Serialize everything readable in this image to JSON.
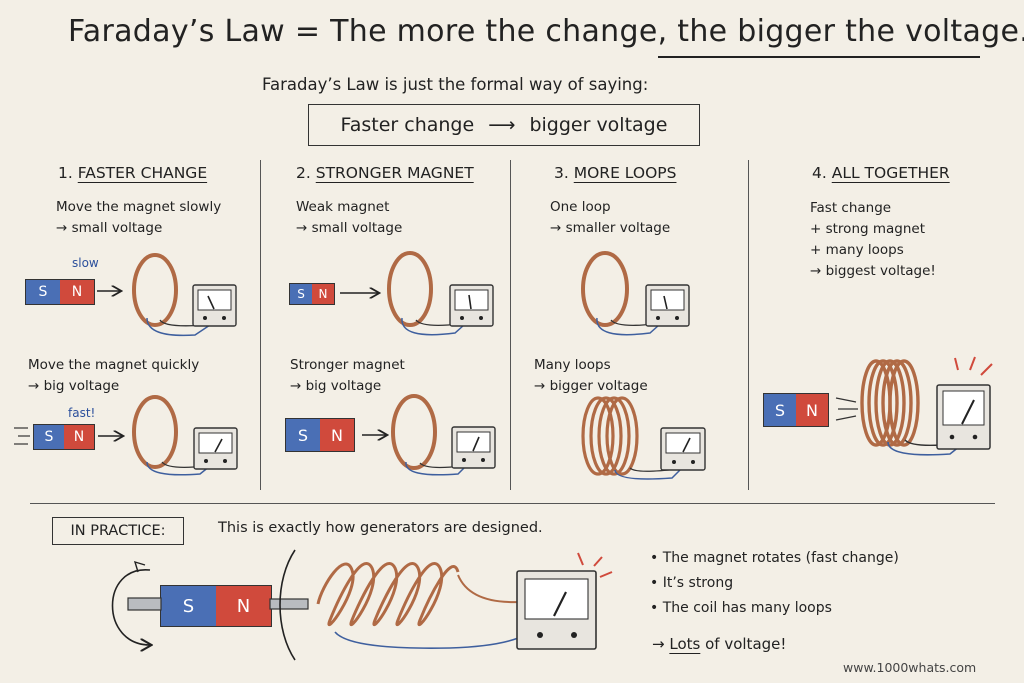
{
  "title": "Faraday’s Law = The more the change, the bigger the voltage.",
  "subtitle": "Faraday’s Law is just the formal way of saying:",
  "summary": {
    "left": "Faster change",
    "arrow": "⟶",
    "right": "bigger voltage"
  },
  "sections": [
    {
      "num": "1.",
      "title": "FASTER CHANGE",
      "top_lines": [
        "Move the magnet slowly",
        "→ small voltage"
      ],
      "top_speed": "slow",
      "bottom_lines": [
        "Move the magnet quickly",
        "→ big voltage"
      ],
      "bottom_speed": "fast!"
    },
    {
      "num": "2.",
      "title": "STRONGER MAGNET",
      "top_lines": [
        "Weak magnet",
        "→ small voltage"
      ],
      "bottom_lines": [
        "Stronger magnet",
        "→ big voltage"
      ]
    },
    {
      "num": "3.",
      "title": "MORE LOOPS",
      "top_lines": [
        "One loop",
        "→ smaller voltage"
      ],
      "bottom_lines": [
        "Many loops",
        "→ bigger voltage"
      ]
    },
    {
      "num": "4.",
      "title": "ALL TOGETHER",
      "lines": [
        "Fast change",
        "+ strong magnet",
        "+ many loops",
        "→ biggest voltage!"
      ]
    }
  ],
  "magnet": {
    "s": "S",
    "n": "N"
  },
  "practice": {
    "label": "IN PRACTICE:",
    "text": "This is exactly how generators are designed.",
    "bullets": [
      "• The magnet rotates (fast change)",
      "• It’s strong",
      "• The coil has many loops"
    ],
    "conclusion_arrow": "→",
    "conclusion_word": "Lots",
    "conclusion_rest": "of voltage!"
  },
  "watermark": "www.1000whats.com",
  "colors": {
    "north": "#d04a3c",
    "south": "#4a6fb5",
    "copper": "#b06a45",
    "paper": "#f3efe6"
  }
}
